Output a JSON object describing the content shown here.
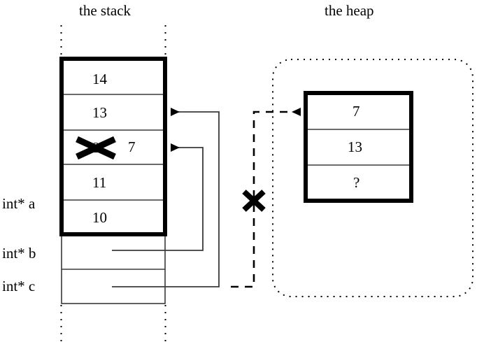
{
  "titles": {
    "stack": "the stack",
    "heap": "the heap"
  },
  "stack": {
    "cells": [
      {
        "value": "14"
      },
      {
        "value": "13"
      },
      {
        "value_struck": "12",
        "value_new": "7"
      },
      {
        "value": "11"
      },
      {
        "value": "10"
      }
    ],
    "variables": [
      {
        "label": "int* a"
      },
      {
        "label": "int* b"
      },
      {
        "label": "int* c"
      }
    ]
  },
  "heap": {
    "cells": [
      {
        "value": "7"
      },
      {
        "value": "13"
      },
      {
        "value": "?"
      }
    ]
  },
  "marks": {
    "strike_cross": "x-cross-mark",
    "broken_pointer_cross": "x-cross-mark"
  },
  "colors": {
    "ink": "#000000",
    "thin_line": "#3a3a3a",
    "background": "#ffffff"
  }
}
